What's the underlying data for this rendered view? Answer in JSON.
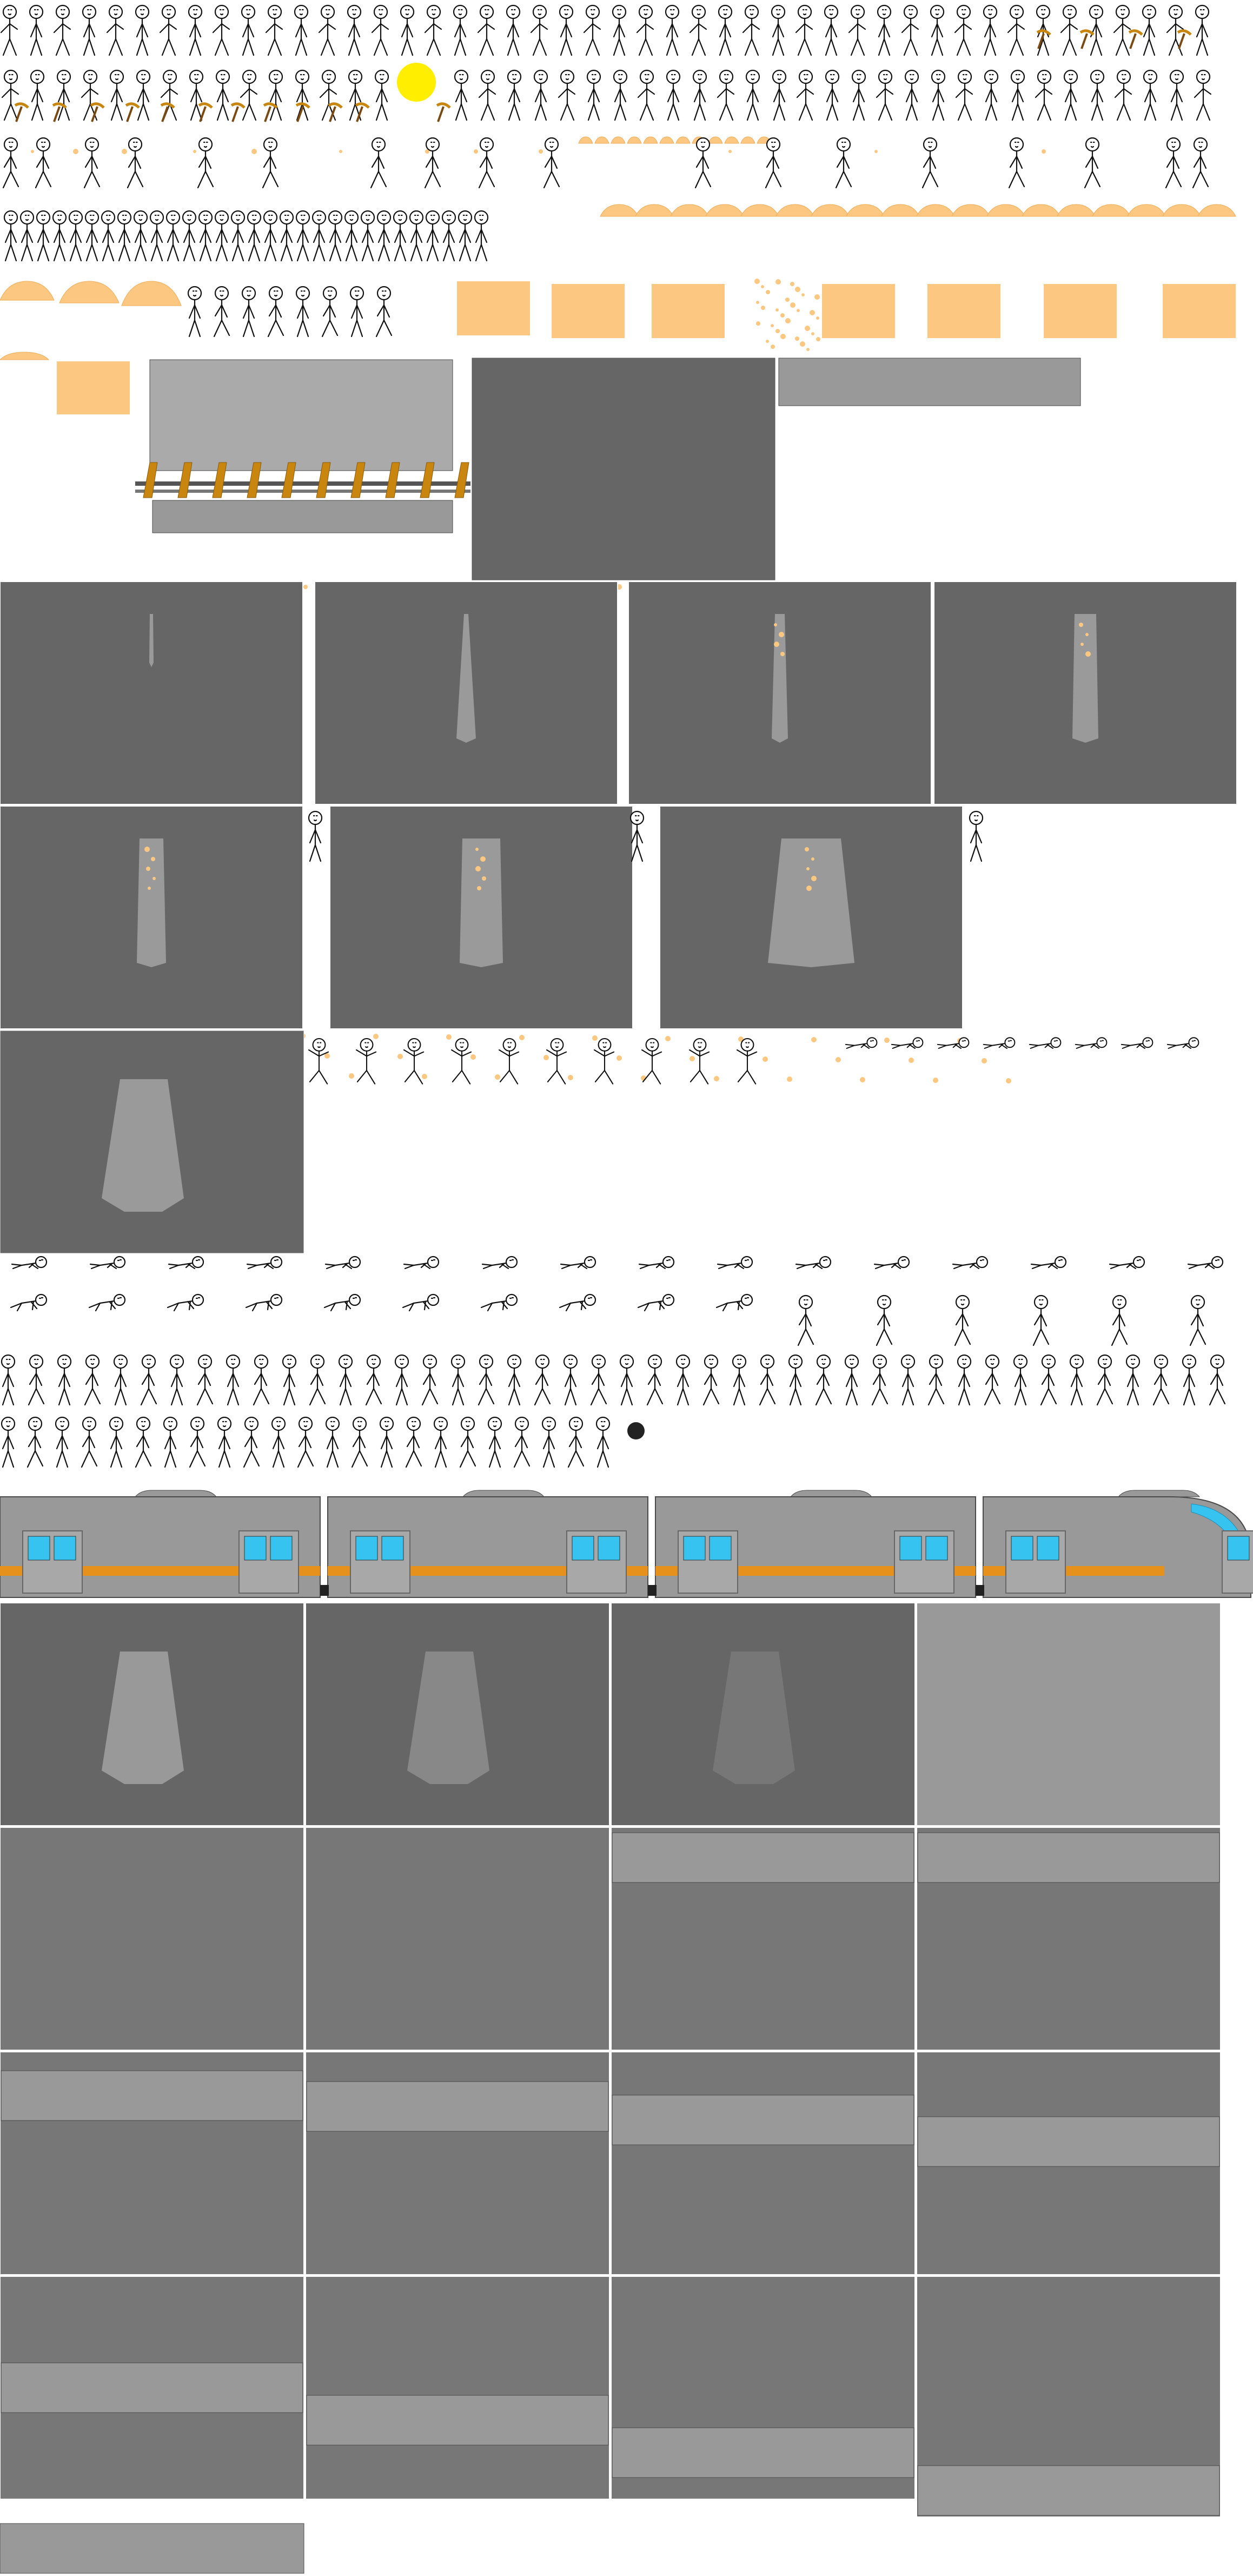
{
  "sheet": {
    "kind": "sprite-sheet",
    "colors": {
      "background": "#ffffff",
      "ink": "#111111",
      "dirt": "#fcc781",
      "dirt_dark": "#f0ad5a",
      "wood": "#c8860e",
      "sun": "#ffee00",
      "panel_dark": "#666666",
      "panel_mid": "#777777",
      "panel_light": "#999999",
      "panel_edge": "#4a4a4a",
      "train_body": "#999999",
      "train_stripe": "#e6911c",
      "train_window": "#37c3f0",
      "coupler": "#222222"
    },
    "sections": [
      "stickman-digging-frames",
      "dirt-pile-frames",
      "rail-track-tile",
      "tunnel-growth-frames",
      "stickman-falling-frames",
      "stickman-crawl-frames",
      "stickman-walk-frames",
      "train-four-cars",
      "tunnel-entrance-frames",
      "platform-slide-frames"
    ]
  }
}
